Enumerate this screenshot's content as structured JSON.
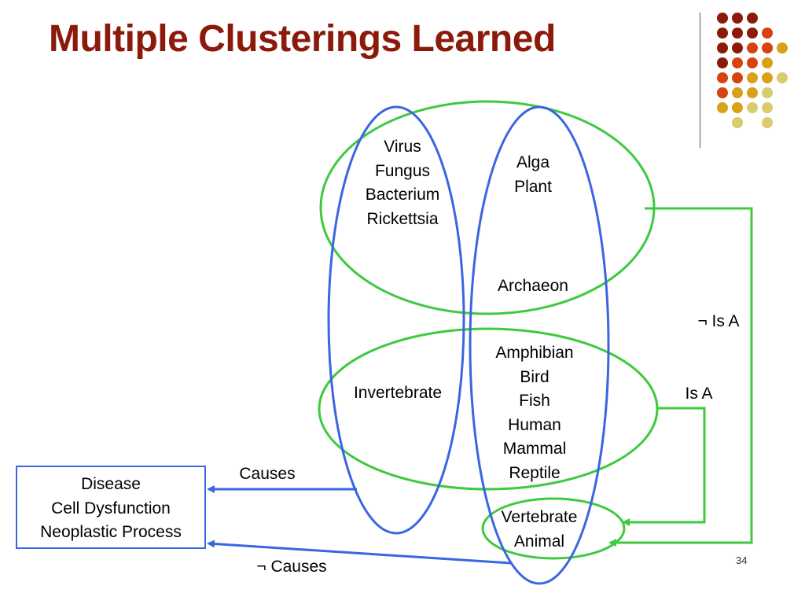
{
  "title": "Multiple Clusterings Learned",
  "slide_number": "34",
  "colors": {
    "title": "#8b1a0a",
    "green_cluster": "#3ec93e",
    "blue_cluster": "#3a66e0",
    "dot_dark_red": "#8b1a0a",
    "dot_orange_red": "#d9410e",
    "dot_gold": "#d9a018",
    "dot_khaki": "#d8cc6e"
  },
  "decoration": {
    "dot_grid": [
      [
        "dark",
        "dark",
        "dark",
        "",
        ""
      ],
      [
        "dark",
        "dark",
        "dark",
        "orange",
        ""
      ],
      [
        "dark",
        "dark",
        "orange",
        "orange",
        "gold"
      ],
      [
        "dark",
        "orange",
        "orange",
        "gold",
        ""
      ],
      [
        "orange",
        "orange",
        "gold",
        "gold",
        "khaki"
      ],
      [
        "orange",
        "gold",
        "gold",
        "khaki",
        ""
      ],
      [
        "gold",
        "gold",
        "khaki",
        "khaki",
        ""
      ],
      [
        "",
        "khaki",
        "",
        "khaki",
        ""
      ]
    ]
  },
  "clusters": {
    "microorganisms": [
      "Virus",
      "Fungus",
      "Bacterium",
      "Rickettsia"
    ],
    "plants": [
      "Alga",
      "Plant"
    ],
    "archaeon": "Archaeon",
    "invertebrate": "Invertebrate",
    "vertebrates": [
      "Amphibian",
      "Bird",
      "Fish",
      "Human",
      "Mammal",
      "Reptile"
    ],
    "vertebrate_animal": [
      "Vertebrate",
      "Animal"
    ]
  },
  "outcomes": [
    "Disease",
    "Cell Dysfunction",
    "Neoplastic Process"
  ],
  "relations": {
    "not_is_a": "¬ Is A",
    "is_a": "Is A",
    "causes": "Causes",
    "not_causes": "¬ Causes"
  }
}
